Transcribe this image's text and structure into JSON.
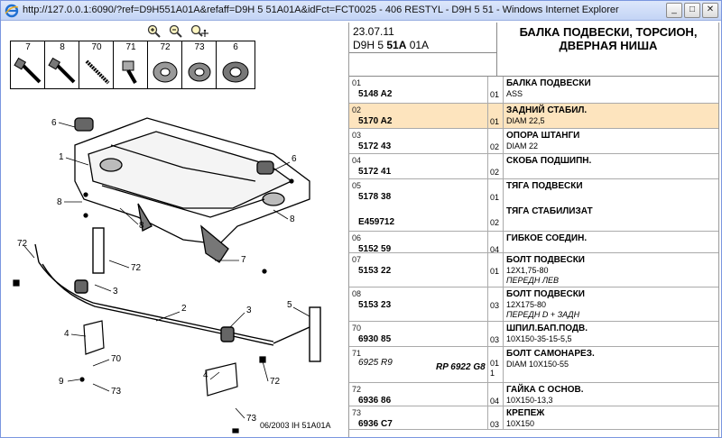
{
  "window": {
    "title": "http://127.0.0.1:6090/?ref=D9H551A01A&refaff=D9H 5 51A01A&idFct=FCT0025 - 406 RESTYL - D9H 5 51 - Windows Internet Explorer",
    "btn_min": "_",
    "btn_max": "□",
    "btn_close": "✕"
  },
  "strip": {
    "parts": [
      "7",
      "8",
      "70",
      "71",
      "72",
      "73",
      "6"
    ]
  },
  "diagram": {
    "callouts": [
      "6",
      "1",
      "6",
      "8",
      "8",
      "8",
      "72",
      "72",
      "3",
      "7",
      "2",
      "3",
      "5",
      "4",
      "70",
      "9",
      "73",
      "4",
      "72",
      "73"
    ],
    "reference": "06/2003 IH 51A01A"
  },
  "header": {
    "date": "23.07.11",
    "code_prefix": "D9H 5 ",
    "code_bold": "51A",
    "code_suffix": " 01A",
    "title_line1": "БАЛКА ПОДВЕСКИ, ТОРСИОН,",
    "title_line2": "ДВЕРНАЯ НИША"
  },
  "rows": [
    {
      "pos": "01",
      "h": 30,
      "lines": [
        {
          "ref": "5148 A2",
          "qty": "01",
          "name": "БАЛКА ПОДВЕСКИ",
          "sub": "ASS"
        }
      ]
    },
    {
      "pos": "02",
      "h": 28,
      "sel": true,
      "lines": [
        {
          "ref": "5170 A2",
          "qty": "01",
          "name": "ЗАДНИЙ СТАБИЛ.",
          "sub": "DIAM 22,5"
        }
      ]
    },
    {
      "pos": "03",
      "h": 28,
      "lines": [
        {
          "ref": "5172 43",
          "qty": "02",
          "name": "ОПОРА ШТАНГИ",
          "sub": "DIAM 22"
        }
      ]
    },
    {
      "pos": "04",
      "h": 28,
      "lines": [
        {
          "ref": "5172 41",
          "qty": "02",
          "name": "СКОБА ПОДШИПН.",
          "sub": ""
        }
      ]
    },
    {
      "pos": "05",
      "h": 58,
      "lines": [
        {
          "ref": "5178 38",
          "qty": "01",
          "name": "ТЯГА ПОДВЕСКИ",
          "sub": ""
        },
        {
          "ref": "E459712",
          "qty": "02",
          "name": "ТЯГА СТАБИЛИЗАТ",
          "sub": ""
        }
      ]
    },
    {
      "pos": "06",
      "h": 24,
      "lines": [
        {
          "ref": "5152 59",
          "qty": "04",
          "name": "ГИБКОЕ СОЕДИН.",
          "sub": ""
        }
      ]
    },
    {
      "pos": "07",
      "h": 38,
      "lines": [
        {
          "ref": "5153 22",
          "qty": "01",
          "name": "БОЛТ ПОДВЕСКИ",
          "sub": "12X1,75-80",
          "sub2": "ПЕРЕДН ЛЕВ"
        }
      ]
    },
    {
      "pos": "08",
      "h": 38,
      "lines": [
        {
          "ref": "5153 23",
          "qty": "03",
          "name": "БОЛТ ПОДВЕСКИ",
          "sub": "12X175-80",
          "sub2": "ПЕРЕДН D + ЗАДН"
        }
      ]
    },
    {
      "pos": "70",
      "h": 28,
      "lines": [
        {
          "ref": "6930 85",
          "qty": "03",
          "name": "ШПИЛ.БАП.ПОДВ.",
          "sub": "10X150-35-15-5,5"
        }
      ]
    },
    {
      "pos": "71",
      "h": 40,
      "lines": [
        {
          "ref": "6925 R9",
          "qty": "01",
          "name": "БОЛТ САМОНАРЕЗ.",
          "sub": "DIAM 10X150-55",
          "italic": true
        },
        {
          "ref": "RP 6922 G8",
          "qty": "1",
          "name": "",
          "sub": ""
        }
      ]
    },
    {
      "pos": "72",
      "h": 26,
      "lines": [
        {
          "ref": "6936 86",
          "qty": "04",
          "name": "ГАЙКА С ОСНОВ.",
          "sub": "10X150-13,3"
        }
      ]
    },
    {
      "pos": "73",
      "h": 26,
      "lines": [
        {
          "ref": "6936 C7",
          "qty": "03",
          "name": "КРЕПЕЖ",
          "sub": "10X150"
        }
      ]
    }
  ]
}
